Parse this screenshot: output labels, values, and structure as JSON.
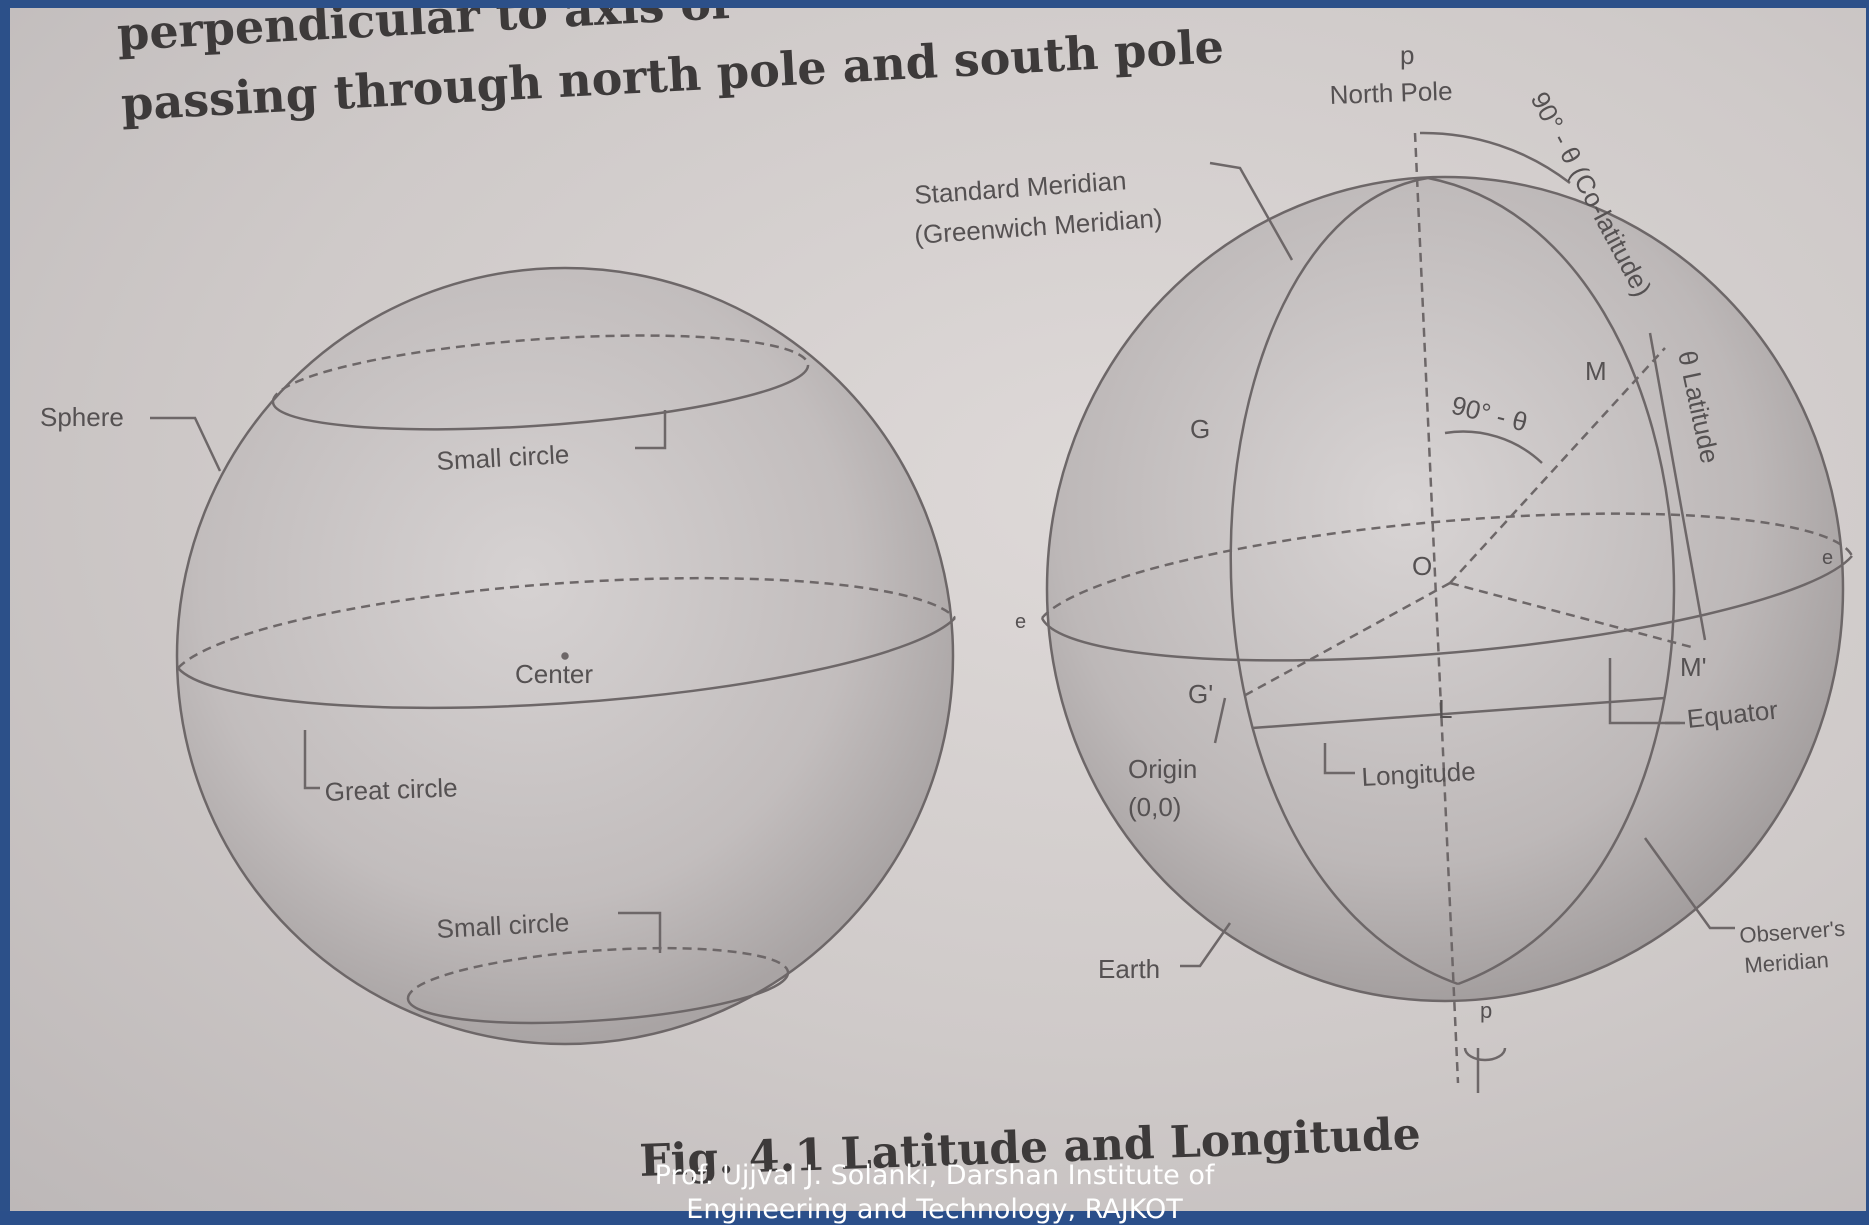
{
  "header_text": {
    "line1": "perpendicular to axis of",
    "line2": "passing through north pole and south pole"
  },
  "left_figure": {
    "sphere_label": "Sphere",
    "small_circle_top": "Small circle",
    "center_label": "Center",
    "great_circle_label": "Great circle",
    "small_circle_bottom": "Small circle"
  },
  "right_figure": {
    "p_top": "p",
    "north_pole": "North Pole",
    "colatitude": "90° - θ (Co-latitude)",
    "standard_meridian_line1": "Standard Meridian",
    "standard_meridian_line2": "(Greenwich Meridian)",
    "m_label": "M",
    "theta_latitude": "θ Latitude",
    "g_label": "G",
    "angle_label": "90° - θ",
    "o_label": "O",
    "e_left": "e",
    "e_right": "e",
    "g_prime": "G'",
    "m_prime": "M'",
    "l_label": "L",
    "equator": "Equator",
    "origin_line1": "Origin",
    "origin_line2": "(0,0)",
    "longitude": "Longitude",
    "earth": "Earth",
    "observers_line1": "Observer's",
    "observers_line2": "Meridian",
    "p_bottom": "p"
  },
  "caption": "Fig. 4.1 Latitude and Longitude",
  "footer": {
    "line1": "Prof. Ujjval J. Solanki, Darshan Institute of",
    "line2": "Engineering and Technology, RAJKOT"
  }
}
